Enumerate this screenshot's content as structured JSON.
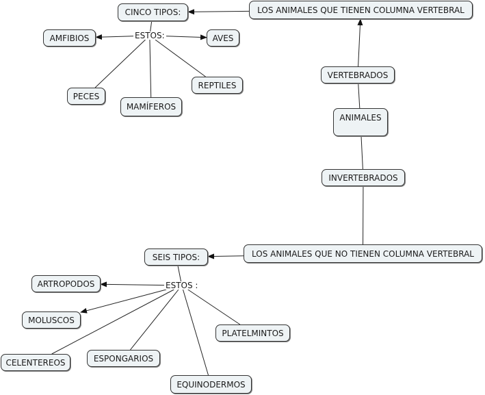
{
  "concept_map": {
    "line_color": "#222222",
    "node_fill": "#eef3f5",
    "node_border": "#333333",
    "nodes": {
      "vertebral": "LOS ANIMALES QUE TIENEN COLUMNA VERTEBRAL",
      "cinco_tipos": "CINCO TIPOS:",
      "amfibios": "AMFIBIOS",
      "aves": "AVES",
      "peces": "PECES",
      "mamiferos": "MAMÍFEROS",
      "reptiles": "REPTILES",
      "animales": "ANIMALES",
      "no_vertebral": "LOS ANIMALES QUE NO TIENEN COLUMNA VERTEBRAL",
      "seis_tipos": "SEIS TIPOS:",
      "artropodos": "ARTROPODOS",
      "moluscos": "MOLUSCOS",
      "celentereos": "CELENTEREOS",
      "espongarios": "ESPONGARIOS",
      "equinodermos": "EQUINODERMOS",
      "platelmintos": "PLATELMINTOS"
    },
    "linking_phrases": {
      "vertebrados": "VERTEBRADOS",
      "invertebrados": "INVERTEBRADOS",
      "estos_top": "ESTOS:",
      "estos_bottom": "ESTOS :"
    },
    "links": [
      {
        "from": "animales",
        "to": "vertebrados",
        "arrow": false
      },
      {
        "from": "vertebrados",
        "to": "vertebral",
        "arrow": true
      },
      {
        "from": "vertebral",
        "to": "cinco_tipos",
        "arrow": true
      },
      {
        "from": "cinco_tipos",
        "to": "estos_top",
        "arrow": false
      },
      {
        "from": "estos_top",
        "to": "amfibios",
        "arrow": true
      },
      {
        "from": "estos_top",
        "to": "aves",
        "arrow": true
      },
      {
        "from": "estos_top",
        "to": "peces",
        "arrow": false
      },
      {
        "from": "estos_top",
        "to": "mamiferos",
        "arrow": false
      },
      {
        "from": "estos_top",
        "to": "reptiles",
        "arrow": false
      },
      {
        "from": "animales",
        "to": "invertebrados",
        "arrow": false
      },
      {
        "from": "invertebrados",
        "to": "no_vertebral",
        "arrow": false
      },
      {
        "from": "no_vertebral",
        "to": "seis_tipos",
        "arrow": true
      },
      {
        "from": "seis_tipos",
        "to": "estos_bottom",
        "arrow": false
      },
      {
        "from": "estos_bottom",
        "to": "artropodos",
        "arrow": true
      },
      {
        "from": "estos_bottom",
        "to": "moluscos",
        "arrow": true
      },
      {
        "from": "estos_bottom",
        "to": "celentereos",
        "arrow": false
      },
      {
        "from": "estos_bottom",
        "to": "espongarios",
        "arrow": false
      },
      {
        "from": "estos_bottom",
        "to": "equinodermos",
        "arrow": false
      },
      {
        "from": "estos_bottom",
        "to": "platelmintos",
        "arrow": false
      }
    ]
  }
}
